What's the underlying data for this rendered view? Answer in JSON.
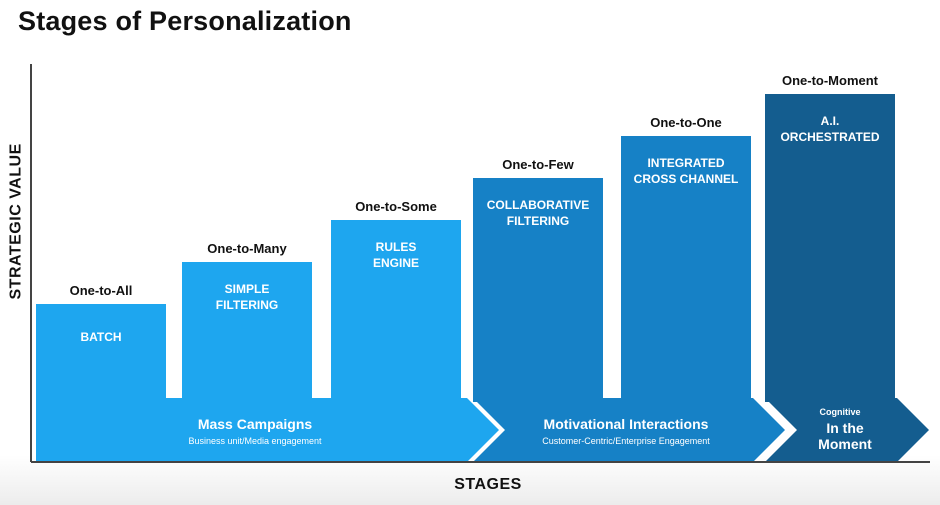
{
  "title": "Stages of Personalization",
  "y_axis_label": "STRATEGIC VALUE",
  "x_axis_label": "STAGES",
  "colors": {
    "light_blue": "#1ea6ef",
    "mid_blue": "#1681c6",
    "dark_blue": "#145d8f",
    "axis": "#444444"
  },
  "stages": [
    {
      "label": "One-to-All",
      "lines": [
        "BATCH"
      ],
      "level": 1,
      "group": 0
    },
    {
      "label": "One-to-Many",
      "lines": [
        "SIMPLE",
        "FILTERING"
      ],
      "level": 2,
      "group": 0
    },
    {
      "label": "One-to-Some",
      "lines": [
        "RULES",
        "ENGINE"
      ],
      "level": 3,
      "group": 0
    },
    {
      "label": "One-to-Few",
      "lines": [
        "COLLABORATIVE",
        "FILTERING"
      ],
      "level": 4,
      "group": 1
    },
    {
      "label": "One-to-One",
      "lines": [
        "INTEGRATED",
        "CROSS CHANNEL"
      ],
      "level": 5,
      "group": 1
    },
    {
      "label": "One-to-Moment",
      "lines": [
        "A.I.",
        "ORCHESTRATED"
      ],
      "level": 6,
      "group": 2
    }
  ],
  "groups": [
    {
      "title": "Mass Campaigns",
      "subtitle": "Business unit/Media engagement"
    },
    {
      "title": "Motivational Interactions",
      "subtitle": "Customer-Centric/Enterprise Engagement"
    },
    {
      "title_small": "Cognitive",
      "title_lines": [
        "In the",
        "Moment"
      ]
    }
  ]
}
